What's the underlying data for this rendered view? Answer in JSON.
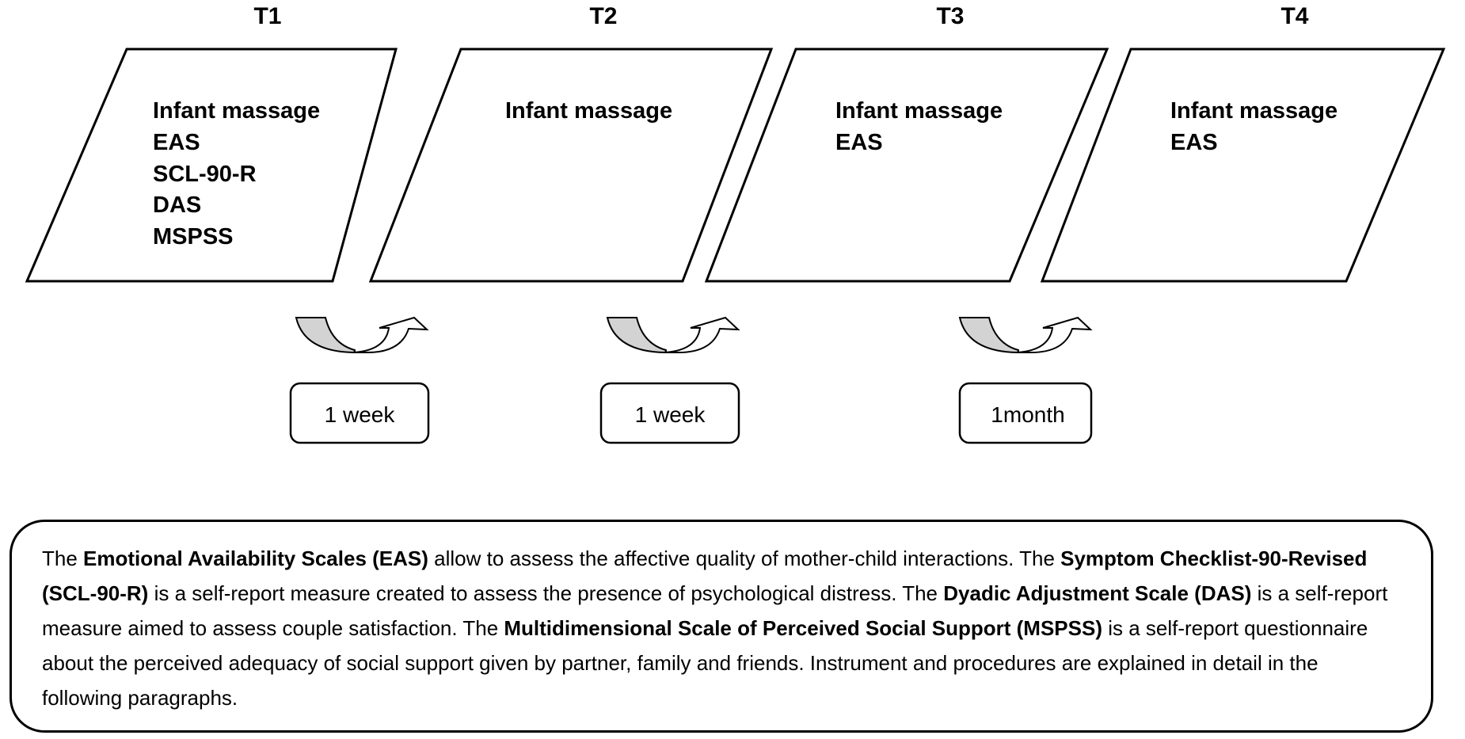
{
  "stages": [
    {
      "id": "T1",
      "title": "T1",
      "measures": [
        "Infant massage",
        "EAS",
        "SCL-90-R",
        "DAS",
        "MSPSS"
      ]
    },
    {
      "id": "T2",
      "title": "T2",
      "measures": [
        "Infant massage"
      ]
    },
    {
      "id": "T3",
      "title": "T3",
      "measures": [
        "Infant massage",
        "EAS"
      ]
    },
    {
      "id": "T4",
      "title": "T4",
      "measures": [
        "Infant massage",
        "EAS"
      ]
    }
  ],
  "intervals": [
    {
      "label": "1 week"
    },
    {
      "label": "1 week"
    },
    {
      "label": "1month"
    }
  ],
  "legend": {
    "segments": [
      {
        "text": "The ",
        "bold": false
      },
      {
        "text": "Emotional Availability Scales (EAS)",
        "bold": true
      },
      {
        "text": " allow to assess the affective quality of mother-child interactions. The ",
        "bold": false
      },
      {
        "text": "Symptom Checklist-90-Revised (SCL-90-R)",
        "bold": true
      },
      {
        "text": " is a self-report measure created to assess the presence of psychological distress. The ",
        "bold": false
      },
      {
        "text": "Dyadic Adjustment Scale (DAS)",
        "bold": true
      },
      {
        "text": " is a self-report measure aimed to assess couple satisfaction. The ",
        "bold": false
      },
      {
        "text": "Multidimensional Scale of Perceived Social Support (MSPSS)",
        "bold": true
      },
      {
        "text": " is a self-report questionnaire about the perceived adequacy of social support given by partner, family and friends. Instrument and procedures are explained in detail in the following paragraphs.",
        "bold": false
      }
    ]
  }
}
